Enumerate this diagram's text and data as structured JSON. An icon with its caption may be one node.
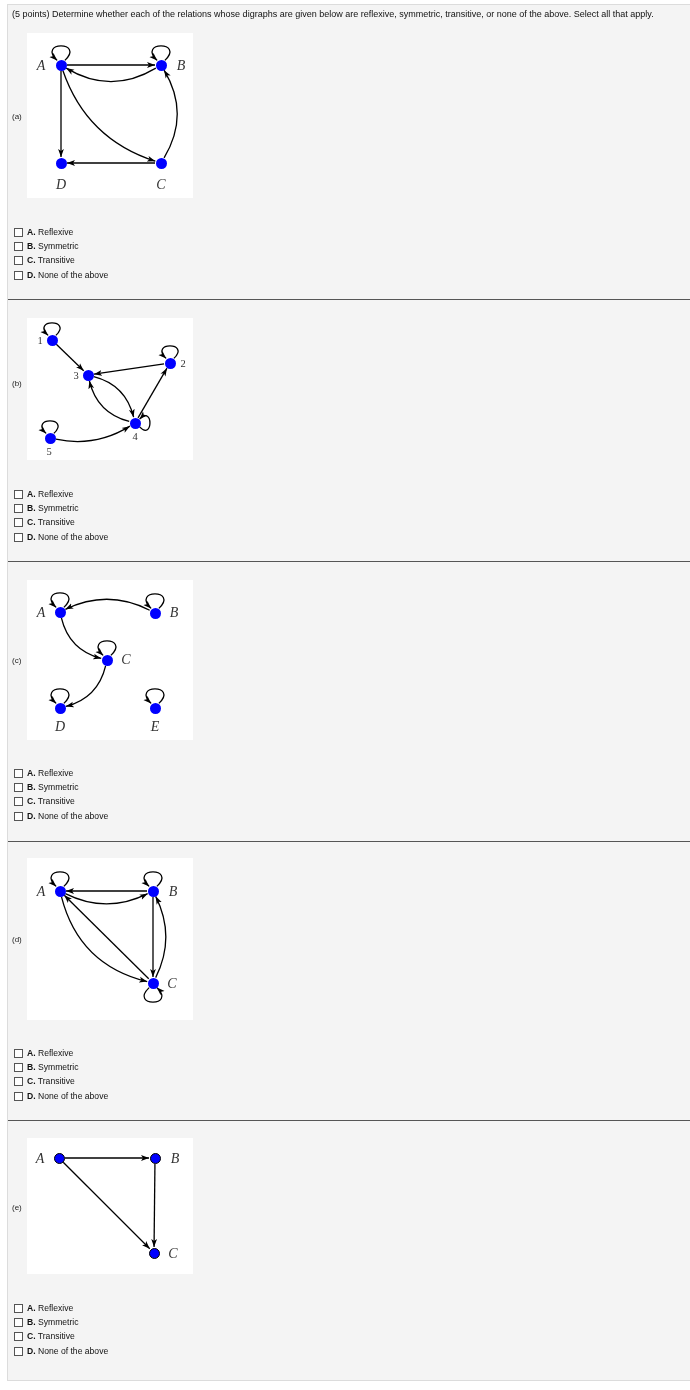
{
  "diagram": {
    "title": "(5 points) Determine whether each of the relations whose digraphs are given below are reflexive, symmetric, transitive, or none of the above. Select all that apply.",
    "nodes": [
      {
        "text": [],
        "shape": "box",
        "beside": [
          "(a)"
        ]
      },
      {
        "text": [],
        "shape": "circle",
        "beside": [
          "A"
        ],
        "in": 0
      },
      {
        "text": [],
        "shape": "circle",
        "beside": [
          "B"
        ],
        "in": 0
      },
      {
        "text": [],
        "shape": "circle",
        "beside": [
          "D"
        ],
        "in": 0
      },
      {
        "text": [],
        "shape": "circle",
        "beside": [
          "C"
        ],
        "in": 0
      },
      {
        "text": [],
        "shape": "box",
        "beside": [
          "(b)"
        ]
      },
      {
        "text": [],
        "shape": "circle",
        "beside": [
          "1"
        ],
        "in": 5
      },
      {
        "text": [],
        "shape": "circle",
        "beside": [
          "2"
        ],
        "in": 5
      },
      {
        "text": [],
        "shape": "circle",
        "beside": [
          "3"
        ],
        "in": 5
      },
      {
        "text": [],
        "shape": "circle",
        "beside": [
          "4"
        ],
        "in": 5
      },
      {
        "text": [],
        "shape": "circle",
        "beside": [
          "5"
        ],
        "in": 5
      },
      {
        "text": [],
        "shape": "box",
        "beside": [
          "(c)"
        ]
      },
      {
        "text": [],
        "shape": "circle",
        "beside": [
          "A"
        ],
        "in": 11
      },
      {
        "text": [],
        "shape": "circle",
        "beside": [
          "B"
        ],
        "in": 11
      },
      {
        "text": [],
        "shape": "circle",
        "beside": [
          "C"
        ],
        "in": 11
      },
      {
        "text": [],
        "shape": "circle",
        "beside": [
          "D"
        ],
        "in": 11
      },
      {
        "text": [],
        "shape": "circle",
        "beside": [
          "E"
        ],
        "in": 11
      },
      {
        "text": [],
        "shape": "box",
        "beside": [
          "(d)"
        ]
      },
      {
        "text": [],
        "shape": "circle",
        "beside": [
          "A"
        ],
        "in": 17
      },
      {
        "text": [],
        "shape": "circle",
        "beside": [
          "B"
        ],
        "in": 17
      },
      {
        "text": [],
        "shape": "circle",
        "beside": [
          "C"
        ],
        "in": 17
      },
      {
        "text": [],
        "shape": "box",
        "beside": [
          "(e)"
        ]
      },
      {
        "text": [],
        "shape": "circle",
        "beside": [
          "A"
        ],
        "in": 21
      },
      {
        "text": [],
        "shape": "circle",
        "beside": [
          "B"
        ],
        "in": 21
      },
      {
        "text": [],
        "shape": "circle",
        "beside": [
          "C"
        ],
        "in": 21
      }
    ],
    "edges": [
      {
        "from": 1,
        "to": 1,
        "arrow": "to"
      },
      {
        "from": 2,
        "to": 2,
        "arrow": "to"
      },
      {
        "from": 1,
        "to": 2,
        "arrow": "to"
      },
      {
        "from": 2,
        "to": 1,
        "arrow": "to"
      },
      {
        "from": 1,
        "to": 3,
        "arrow": "to"
      },
      {
        "from": 1,
        "to": 4,
        "arrow": "to"
      },
      {
        "from": 4,
        "to": 2,
        "arrow": "to"
      },
      {
        "from": 4,
        "to": 3,
        "arrow": "to"
      },
      {
        "from": 6,
        "to": 6,
        "arrow": "to"
      },
      {
        "from": 7,
        "to": 7,
        "arrow": "to"
      },
      {
        "from": 9,
        "to": 9,
        "arrow": "to"
      },
      {
        "from": 10,
        "to": 10,
        "arrow": "to"
      },
      {
        "from": 6,
        "to": 8,
        "arrow": "to"
      },
      {
        "from": 7,
        "to": 8,
        "arrow": "to"
      },
      {
        "from": 8,
        "to": 9,
        "arrow": "to"
      },
      {
        "from": 9,
        "to": 8,
        "arrow": "to"
      },
      {
        "from": 9,
        "to": 7,
        "arrow": "to"
      },
      {
        "from": 10,
        "to": 9,
        "arrow": "to"
      },
      {
        "from": 12,
        "to": 12,
        "arrow": "to"
      },
      {
        "from": 13,
        "to": 13,
        "arrow": "to"
      },
      {
        "from": 14,
        "to": 14,
        "arrow": "to"
      },
      {
        "from": 15,
        "to": 15,
        "arrow": "to"
      },
      {
        "from": 16,
        "to": 16,
        "arrow": "to"
      },
      {
        "from": 13,
        "to": 12,
        "arrow": "to"
      },
      {
        "from": 12,
        "to": 14,
        "arrow": "to"
      },
      {
        "from": 14,
        "to": 15,
        "arrow": "to"
      },
      {
        "from": 18,
        "to": 18,
        "arrow": "to"
      },
      {
        "from": 19,
        "to": 19,
        "arrow": "to"
      },
      {
        "from": 20,
        "to": 20,
        "arrow": "to"
      },
      {
        "from": 19,
        "to": 18,
        "arrow": "to"
      },
      {
        "from": 18,
        "to": 19,
        "arrow": "to"
      },
      {
        "from": 19,
        "to": 20,
        "arrow": "to"
      },
      {
        "from": 20,
        "to": 19,
        "arrow": "to"
      },
      {
        "from": 18,
        "to": 20,
        "arrow": "to"
      },
      {
        "from": 20,
        "to": 18,
        "arrow": "to"
      },
      {
        "from": 22,
        "to": 23,
        "arrow": "to"
      },
      {
        "from": 23,
        "to": 24,
        "arrow": "to"
      },
      {
        "from": 22,
        "to": 24,
        "arrow": "to"
      }
    ],
    "labels": [
      "**A.** Reflexive",
      "**B.** Symmetric",
      "**C.** Transitive",
      "**D.** None of the above",
      "**A.** Reflexive",
      "**B.** Symmetric",
      "**C.** Transitive",
      "**D.** None of the above",
      "**A.** Reflexive",
      "**B.** Symmetric",
      "**C.** Transitive",
      "**D.** None of the above",
      "**A.** Reflexive",
      "**B.** Symmetric",
      "**C.** Transitive",
      "**D.** None of the above",
      "**A.** Reflexive",
      "**B.** Symmetric",
      "**C.** Transitive",
      "**D.** None of the above"
    ]
  }
}
